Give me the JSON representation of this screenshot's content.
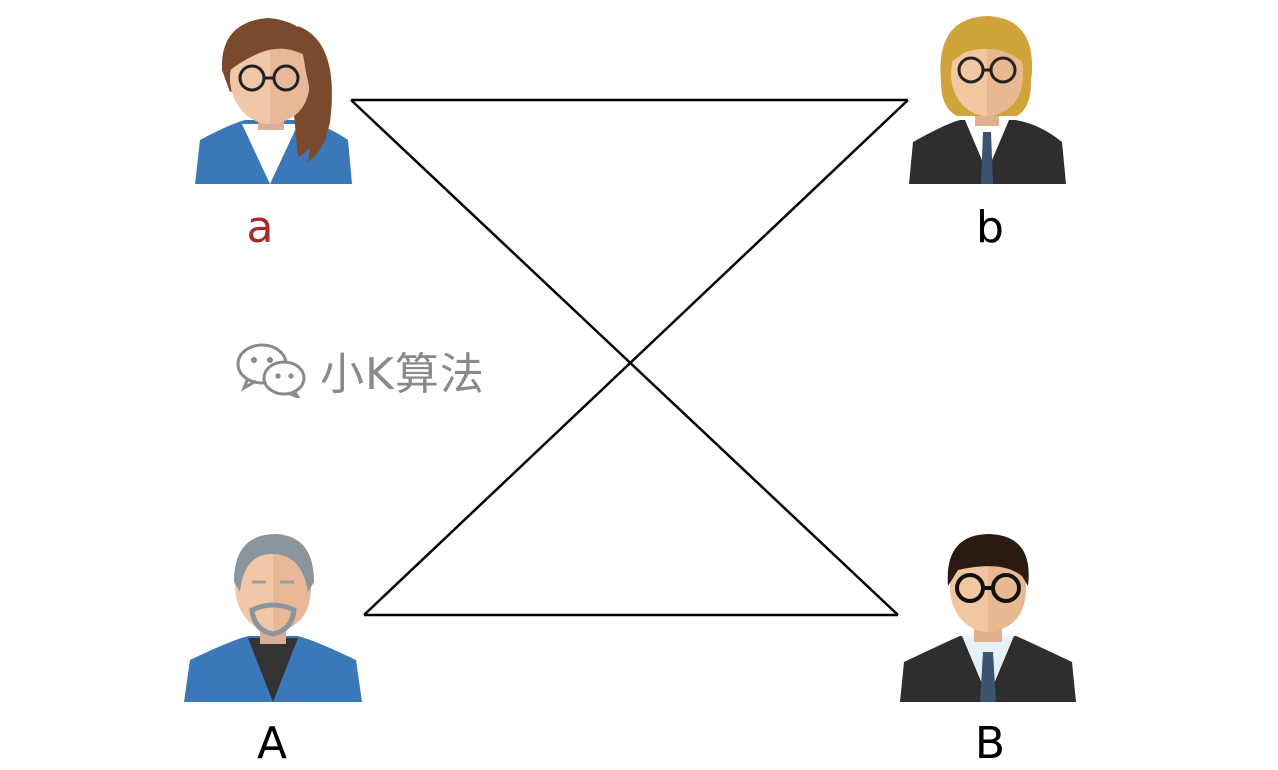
{
  "nodes": {
    "a": {
      "label": "a",
      "color": "#a52a2a"
    },
    "b": {
      "label": "b",
      "color": "#000000"
    },
    "A": {
      "label": "A",
      "color": "#000000"
    },
    "B": {
      "label": "B",
      "color": "#000000"
    }
  },
  "edges": [
    {
      "from": "a",
      "to": "b"
    },
    {
      "from": "a",
      "to": "B"
    },
    {
      "from": "A",
      "to": "b"
    },
    {
      "from": "A",
      "to": "B"
    }
  ],
  "watermark": {
    "text": "小K算法",
    "icon": "wechat-icon"
  },
  "colors": {
    "line": "#000000",
    "watermark": "#8a8a8a",
    "blue_jacket": "#3a78b8",
    "dark_suit": "#2e2e2e"
  }
}
